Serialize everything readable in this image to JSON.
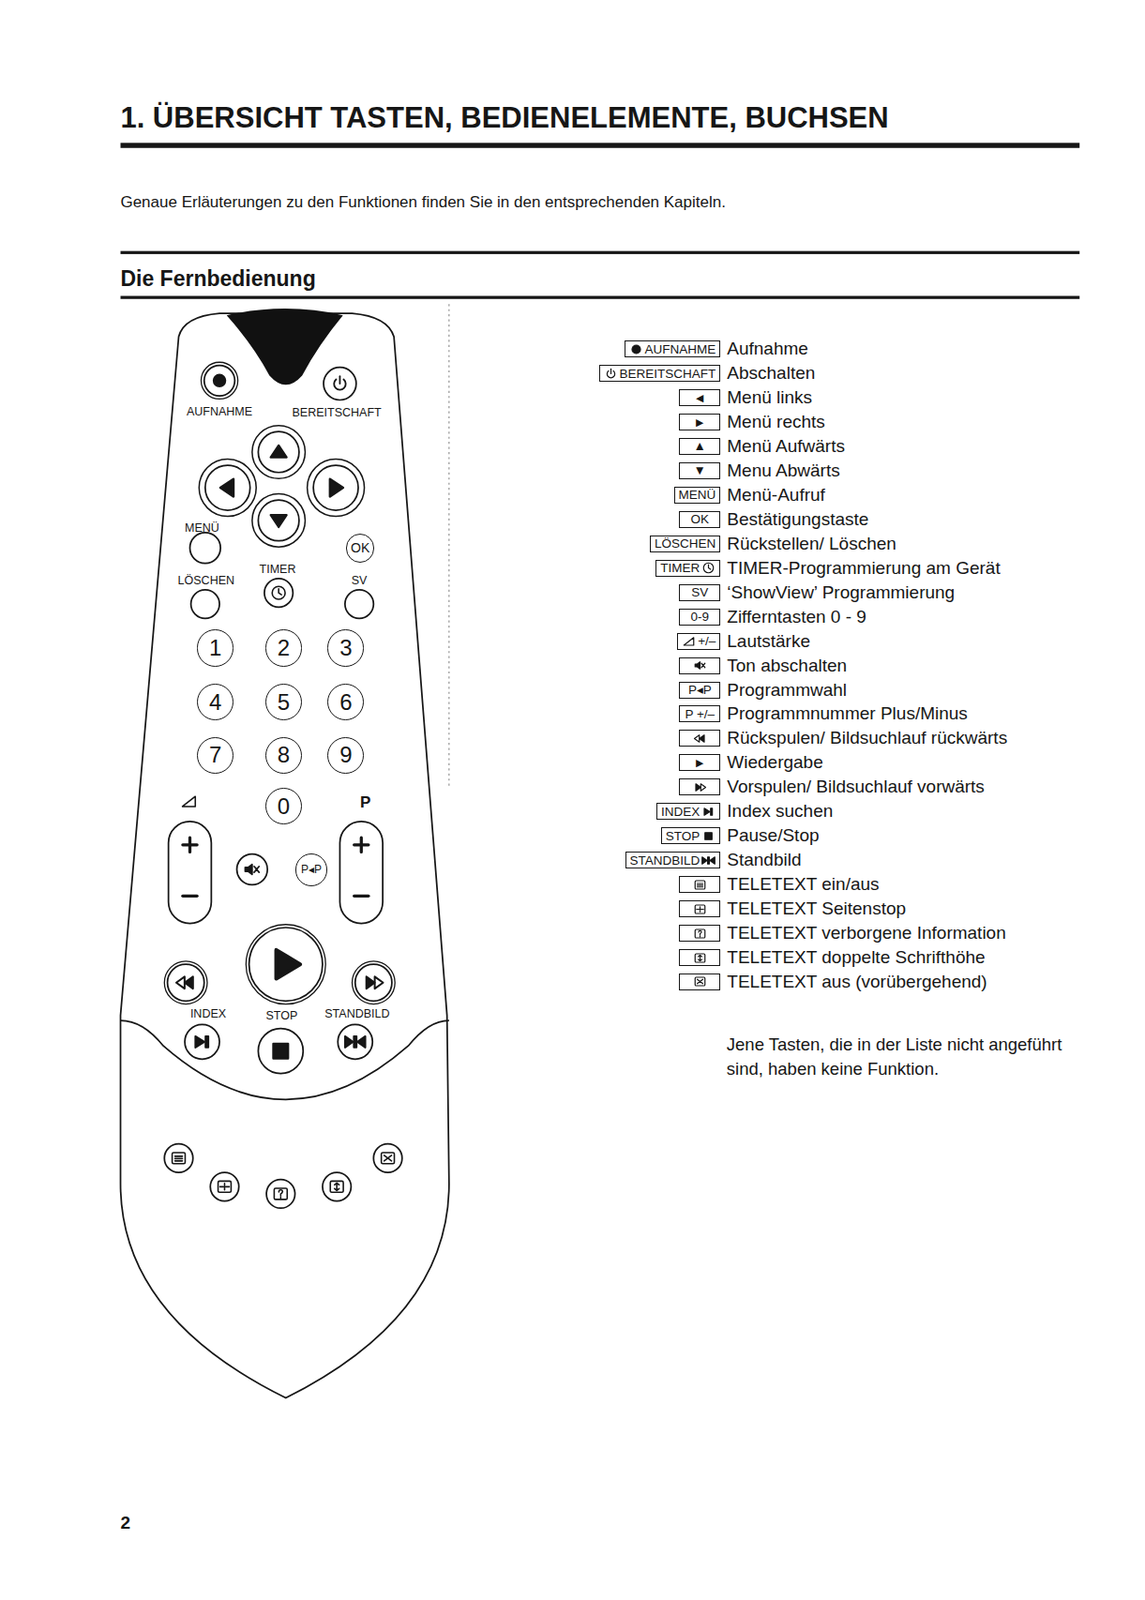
{
  "diagram": {
    "title": "1.  ÜBERSICHT TASTEN, BEDIENELEMENTE, BUCHSEN",
    "nodes": [
      {
        "text": [
          "OK"
        ]
      },
      {
        "text": [
          "1"
        ]
      },
      {
        "text": [
          "2"
        ]
      },
      {
        "text": [
          "3"
        ]
      },
      {
        "text": [
          "4"
        ]
      },
      {
        "text": [
          "5"
        ]
      },
      {
        "text": [
          "6"
        ]
      },
      {
        "text": [
          "7"
        ]
      },
      {
        "text": [
          "8"
        ]
      },
      {
        "text": [
          "9"
        ]
      },
      {
        "text": [
          "0"
        ]
      },
      {
        "text": [
          "P◂P"
        ]
      },
      {
        "text": [
          "AUFNAHME",
          "Aufnahme"
        ]
      },
      {
        "text": [
          "BEREITSCHAFT",
          "Abschalten"
        ]
      },
      {
        "text": [
          "◄",
          "Menü links"
        ]
      },
      {
        "text": [
          "►",
          "Menü rechts"
        ]
      },
      {
        "text": [
          "▲",
          "Menü Aufwärts"
        ]
      },
      {
        "text": [
          "▼",
          "Menu Abwärts"
        ]
      },
      {
        "text": [
          "MENÜ",
          "Menü-Aufruf"
        ]
      },
      {
        "text": [
          "OK",
          "Bestätigungstaste"
        ]
      },
      {
        "text": [
          "LÖSCHEN",
          "Rückstellen/ Löschen"
        ]
      },
      {
        "text": [
          "TIMER",
          "TIMER-Programmierung am Gerät"
        ]
      },
      {
        "text": [
          "SV",
          "‘ShowView’ Programmierung"
        ]
      },
      {
        "text": [
          "0-9",
          "Zifferntasten 0 - 9"
        ]
      },
      {
        "text": [
          "+/–",
          "Lautstärke"
        ]
      },
      {
        "text": [
          "Ton abschalten"
        ]
      },
      {
        "text": [
          "P◂P",
          "Programmwahl"
        ]
      },
      {
        "text": [
          "P +/–",
          "Programmnummer Plus/Minus"
        ]
      },
      {
        "text": [
          "Rückspulen/ Bildsuchlauf rückwärts"
        ]
      },
      {
        "text": [
          "►",
          "Wiedergabe"
        ]
      },
      {
        "text": [
          "Vorspulen/ Bildsuchlauf vorwärts"
        ]
      },
      {
        "text": [
          "INDEX",
          "Index suchen"
        ]
      },
      {
        "text": [
          "STOP",
          "Pause/Stop"
        ]
      },
      {
        "text": [
          "STANDBILD",
          "Standbild"
        ]
      },
      {
        "text": [
          "TELETEXT ein/aus"
        ]
      },
      {
        "text": [
          "TELETEXT Seitenstop"
        ]
      },
      {
        "text": [
          "TELETEXT verborgene Information"
        ]
      },
      {
        "text": [
          "TELETEXT doppelte Schrifthöhe"
        ]
      },
      {
        "text": [
          "TELETEXT aus (vorübergehend)"
        ]
      }
    ],
    "labels": [
      "Genaue Erläuterungen zu den Funktionen finden Sie in den entsprechenden Kapiteln.",
      "Die Fernbedienung",
      "AUFNAHME",
      "BEREITSCHAFT",
      "MENÜ",
      "TIMER",
      "LÖSCHEN",
      "SV",
      "P",
      "INDEX",
      "STOP",
      "STANDBILD",
      "Jene Tasten, die in der Liste nicht angeführt sind, haben keine Funktion.",
      "2"
    ]
  }
}
